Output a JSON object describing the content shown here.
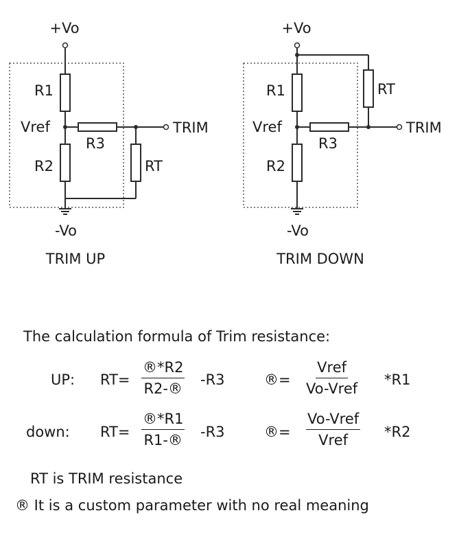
{
  "diagram_up": {
    "vo_pos": "+Vo",
    "vo_neg": "-Vo",
    "r1": "R1",
    "r2": "R2",
    "r3": "R3",
    "rt": "RT",
    "vref": "Vref",
    "trim": "TRIM",
    "caption": "TRIM UP"
  },
  "diagram_down": {
    "vo_pos": "+Vo",
    "vo_neg": "-Vo",
    "r1": "R1",
    "r2": "R2",
    "r3": "R3",
    "rt": "RT",
    "vref": "Vref",
    "trim": "TRIM",
    "caption": "TRIM DOWN"
  },
  "formula_heading": "The calculation formula of Trim resistance:",
  "up_formula": {
    "label": "UP:",
    "lhs": "RT=",
    "num": "®*R2",
    "den": "R2-®",
    "tail": "-R3",
    "param_lhs": "®=",
    "param_num": "Vref",
    "param_den": "Vo-Vref",
    "param_tail": "*R1"
  },
  "down_formula": {
    "label": "down:",
    "lhs": "RT=",
    "num": "®*R1",
    "den": "R1-®",
    "tail": "-R3",
    "param_lhs": "®=",
    "param_num": "Vo-Vref",
    "param_den": "Vref",
    "param_tail": "*R2"
  },
  "notes": {
    "rt_note": "RT is TRIM resistance",
    "param_note": "® It is a custom parameter with no real meaning"
  }
}
